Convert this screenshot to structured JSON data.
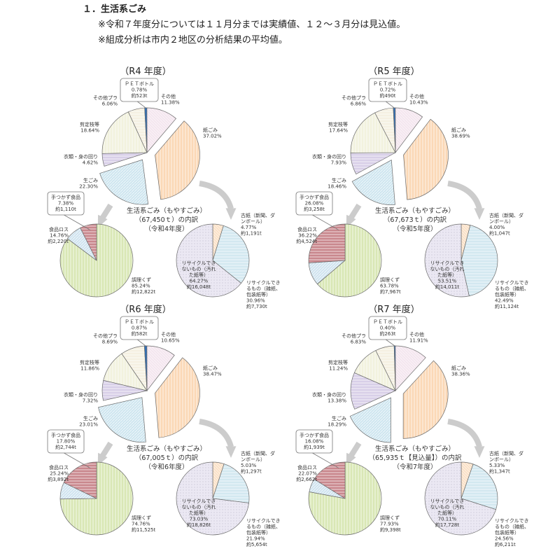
{
  "header": {
    "heading": "１．生活系ごみ",
    "note1": "※令和７年度分については１１月分までは実績値、１２～３月分は見込値。",
    "note2": "※組成分析は市内２地区の分析結果の平均値。"
  },
  "colors": {
    "other": "#f4e6ef",
    "paper": "#fbd8b6",
    "kitchen": "#cde5ef",
    "clothes": "#d8cfe8",
    "pruning": "#f2f2de",
    "otherPlastic": "#f5f0e2",
    "pet": "#2f6fb8",
    "cooking": "#d9e7b5",
    "foodLossRest": "#cfe3ef",
    "untouched": "#c9878d",
    "oldPaper": "#fbe2c8",
    "recyclable": "#d3e8f0",
    "nonRecyclable": "#ebe8f3",
    "arrow": "#cccccc"
  },
  "chart_data": [
    {
      "type": "pie",
      "title": "（R4 年度）",
      "main": [
        {
          "name": "その他",
          "pct": "11.38%",
          "key": "other"
        },
        {
          "name": "紙ごみ",
          "pct": "37.02%",
          "key": "paper",
          "explode": true
        },
        {
          "name": "生ごみ",
          "pct": "22.30%",
          "key": "kitchen",
          "explode": true
        },
        {
          "name": "衣類・身の回り",
          "pct": "4.62%",
          "key": "clothes"
        },
        {
          "name": "剪定枝等",
          "pct": "18.64%",
          "key": "pruning"
        },
        {
          "name": "その他プラ",
          "pct": "6.06%",
          "key": "otherPlastic"
        },
        {
          "name": "ＰＥＴボトル",
          "pct": "0.78%",
          "key": "pet",
          "tons": "約523t",
          "callout": true
        }
      ],
      "caption": [
        "生活系ごみ（もやすごみ）",
        "（67,450ｔ）の内訳",
        "（令和4年度）"
      ],
      "food": {
        "cooking": {
          "name": "調理くず",
          "pct": "85.24%",
          "tons": "約12,822t"
        },
        "loss": {
          "name": "食品ロス",
          "pct": "14.76%",
          "tons": "約2,220t"
        },
        "untouched": {
          "name": "手つかず食品",
          "pct": "7.38%",
          "tons": "約1,110t"
        }
      },
      "paper": [
        {
          "name": "古紙（新聞、ダンボール）",
          "pct": "4.77%",
          "tons": "約1,191t",
          "key": "oldPaper"
        },
        {
          "name": "リサイクルできるもの（雑紙、包装紙等）",
          "pct": "30.96%",
          "tons": "約7,730t",
          "key": "recyclable"
        },
        {
          "name": "リサイクルできないもの（汚れた紙等）",
          "pct": "64.27%",
          "tons": "約16,048t",
          "key": "nonRecyclable"
        }
      ]
    },
    {
      "type": "pie",
      "title": "（R5 年度）",
      "main": [
        {
          "name": "その他",
          "pct": "10.43%",
          "key": "other"
        },
        {
          "name": "紙ごみ",
          "pct": "38.69%",
          "key": "paper",
          "explode": true
        },
        {
          "name": "生ごみ",
          "pct": "18.46%",
          "key": "kitchen",
          "explode": true
        },
        {
          "name": "衣類・身の回り",
          "pct": "7.93%",
          "key": "clothes"
        },
        {
          "name": "剪定枝等",
          "pct": "17.64%",
          "key": "pruning"
        },
        {
          "name": "その他プラ",
          "pct": "6.86%",
          "key": "otherPlastic"
        },
        {
          "name": "ＰＥＴボトル",
          "pct": "0.72%",
          "key": "pet",
          "tons": "約490t",
          "callout": true
        }
      ],
      "caption": [
        "生活系ごみ（もやすごみ）",
        "（67,673ｔ）の内訳",
        "（令和5年度）"
      ],
      "food": {
        "cooking": {
          "name": "調理くず",
          "pct": "63.78%",
          "tons": "約7,967t"
        },
        "loss": {
          "name": "食品ロス",
          "pct": "36.22%",
          "tons": "約4,524t"
        },
        "untouched": {
          "name": "手つかず食品",
          "pct": "26.08%",
          "tons": "約3,258t"
        }
      },
      "paper": [
        {
          "name": "古紙（新聞、ダンボール）",
          "pct": "4.00%",
          "tons": "約1,047t",
          "key": "oldPaper"
        },
        {
          "name": "リサイクルできるもの（雑紙、包装紙等）",
          "pct": "42.49%",
          "tons": "約11,124t",
          "key": "recyclable"
        },
        {
          "name": "リサイクルできないもの（汚れた紙等）",
          "pct": "53.51%",
          "tons": "約14,011t",
          "key": "nonRecyclable"
        }
      ]
    },
    {
      "type": "pie",
      "title": "（R6 年度）",
      "main": [
        {
          "name": "その他",
          "pct": "10.65%",
          "key": "other"
        },
        {
          "name": "紙ごみ",
          "pct": "38.47%",
          "key": "paper",
          "explode": true
        },
        {
          "name": "生ごみ",
          "pct": "23.01%",
          "key": "kitchen",
          "explode": true
        },
        {
          "name": "衣類・身の回り",
          "pct": "7.32%",
          "key": "clothes"
        },
        {
          "name": "剪定枝等",
          "pct": "11.86%",
          "key": "pruning"
        },
        {
          "name": "その他プラ",
          "pct": "8.69%",
          "key": "otherPlastic"
        },
        {
          "name": "ＰＥＴボトル",
          "pct": "0.87%",
          "key": "pet",
          "tons": "約582t",
          "callout": true
        }
      ],
      "caption": [
        "生活系ごみ（もやすごみ）",
        "（67,005ｔ）の内訳",
        "（令和6年度）"
      ],
      "food": {
        "cooking": {
          "name": "調理くず",
          "pct": "74.76%",
          "tons": "約11,525t"
        },
        "loss": {
          "name": "食品ロス",
          "pct": "25.24%",
          "tons": "約3,892t"
        },
        "untouched": {
          "name": "手つかず食品",
          "pct": "17.80%",
          "tons": "約2,744t"
        }
      },
      "paper": [
        {
          "name": "古紙（新聞、ダンボール）",
          "pct": "5.03%",
          "tons": "約1,297t",
          "key": "oldPaper"
        },
        {
          "name": "リサイクルできるもの（雑紙、包装紙等）",
          "pct": "21.94%",
          "tons": "約5,654t",
          "key": "recyclable"
        },
        {
          "name": "リサイクルできないもの（汚れた紙等）",
          "pct": "73.03%",
          "tons": "約18,826t",
          "key": "nonRecyclable"
        }
      ]
    },
    {
      "type": "pie",
      "title": "（R7 年度）",
      "main": [
        {
          "name": "その他",
          "pct": "11.91%",
          "key": "other"
        },
        {
          "name": "紙ごみ",
          "pct": "38.36%",
          "key": "paper",
          "explode": true
        },
        {
          "name": "生ごみ",
          "pct": "18.29%",
          "key": "kitchen",
          "explode": true
        },
        {
          "name": "衣類・身の回り",
          "pct": "13.38%",
          "key": "clothes"
        },
        {
          "name": "剪定枝等",
          "pct": "11.24%",
          "key": "pruning"
        },
        {
          "name": "その他プラ",
          "pct": "6.83%",
          "key": "otherPlastic"
        },
        {
          "name": "ＰＥＴボトル",
          "pct": "0.40%",
          "key": "pet",
          "tons": "約263t",
          "callout": true
        }
      ],
      "caption": [
        "生活系ごみ（もやすごみ）",
        "（65,935ｔ【見込量】）の内訳",
        "（令和7年度）"
      ],
      "food": {
        "cooking": {
          "name": "調理くず",
          "pct": "77.93%",
          "tons": "約9,398t"
        },
        "loss": {
          "name": "食品ロス",
          "pct": "22.07%",
          "tons": "約2,662t"
        },
        "untouched": {
          "name": "手つかず食品",
          "pct": "16.08%",
          "tons": "約1,939t"
        }
      },
      "paper": [
        {
          "name": "古紙（新聞、ダンボール）",
          "pct": "5.33%",
          "tons": "約1,347t",
          "key": "oldPaper"
        },
        {
          "name": "リサイクルできるもの（雑紙、包装紙等）",
          "pct": "24.56%",
          "tons": "約6,211t",
          "key": "recyclable"
        },
        {
          "name": "リサイクルできないもの（汚れた紙等）",
          "pct": "70.11%",
          "tons": "約17,728t",
          "key": "nonRecyclable"
        }
      ]
    }
  ]
}
